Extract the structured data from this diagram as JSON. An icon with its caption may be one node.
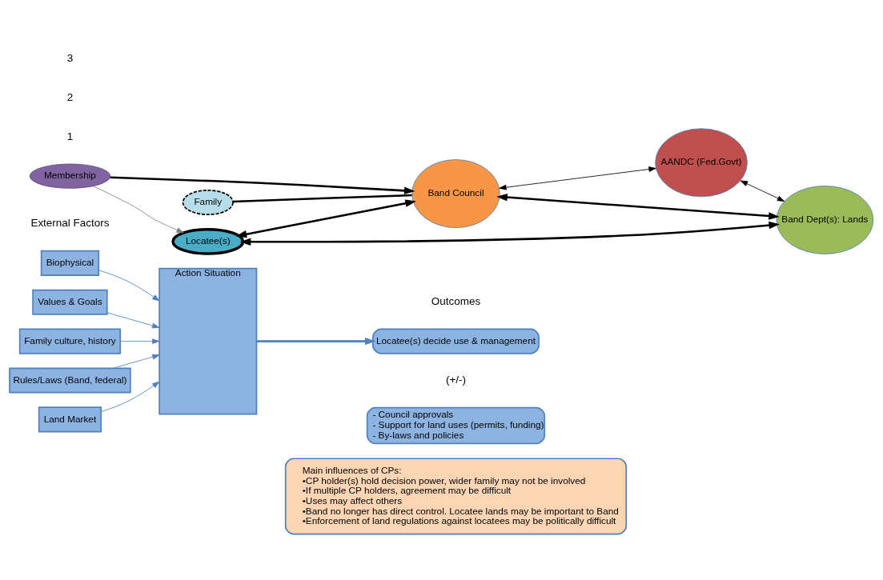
{
  "diagram": {
    "nodes": [
      {
        "text": [
          "Action Situation"
        ]
      },
      {
        "text": [
          "Membership"
        ]
      },
      {
        "text": [
          "Locatee(s)"
        ]
      },
      {
        "text": [
          "Family"
        ]
      },
      {
        "text": [
          "Band Council"
        ]
      },
      {
        "text": [
          "AANDC (Fed.Govt)"
        ]
      },
      {
        "text": [
          "Band Dept(s): Lands"
        ]
      },
      {
        "text": [
          "Biophysical"
        ]
      },
      {
        "text": [
          "Values & Goals"
        ]
      },
      {
        "text": [
          "Family culture, history"
        ]
      },
      {
        "text": [
          "Rules/Laws (Band, federal)"
        ]
      },
      {
        "text": [
          "Land Market"
        ]
      },
      {
        "text": [
          "Locatee(s) decide use & management"
        ]
      },
      {
        "text": [
          "- Council approvals",
          "- Support for land uses (permits, funding)",
          "- By-laws and policies"
        ]
      },
      {
        "text": [
          "Main influences of CPs:",
          "•CP holder(s) hold decision power, wider family may not be involved",
          "•If multiple CP holders, agreement may be difficult",
          "•Uses may affect others",
          "•Band no longer has direct control. Locatee lands may be important to Band",
          "•Enforcement of land regulations against locatees may be politically difficult"
        ]
      }
    ],
    "edges": [
      {
        "from": 1,
        "to": 2,
        "arrow": "to",
        "color": "#808080"
      },
      {
        "from": 1,
        "to": 4,
        "arrow": "to",
        "style": "thick"
      },
      {
        "from": 2,
        "to": 4,
        "arrow": "both",
        "style": "thick"
      },
      {
        "from": 3,
        "to": 4,
        "arrow": "none",
        "style": "thick"
      },
      {
        "from": 2,
        "to": 6,
        "arrow": "both",
        "style": "thick"
      },
      {
        "from": 4,
        "to": 6,
        "arrow": "both",
        "style": "thick"
      },
      {
        "from": 4,
        "to": 5,
        "arrow": "both"
      },
      {
        "from": 5,
        "to": 6,
        "arrow": "both"
      },
      {
        "from": 7,
        "to": 0,
        "arrow": "to",
        "color": "#4f81bd"
      },
      {
        "from": 8,
        "to": 0,
        "arrow": "to",
        "color": "#4f81bd"
      },
      {
        "from": 9,
        "to": 0,
        "arrow": "to",
        "color": "#4f81bd"
      },
      {
        "from": 10,
        "to": 0,
        "arrow": "to",
        "color": "#4f81bd"
      },
      {
        "from": 11,
        "to": 0,
        "arrow": "to",
        "color": "#4f81bd"
      },
      {
        "from": 0,
        "to": 12,
        "arrow": "to",
        "style": "thick",
        "color": "#4f81bd"
      }
    ],
    "labels": [
      "External Factors",
      "Outcomes",
      "(+/-)",
      "1",
      "2",
      "3"
    ]
  }
}
